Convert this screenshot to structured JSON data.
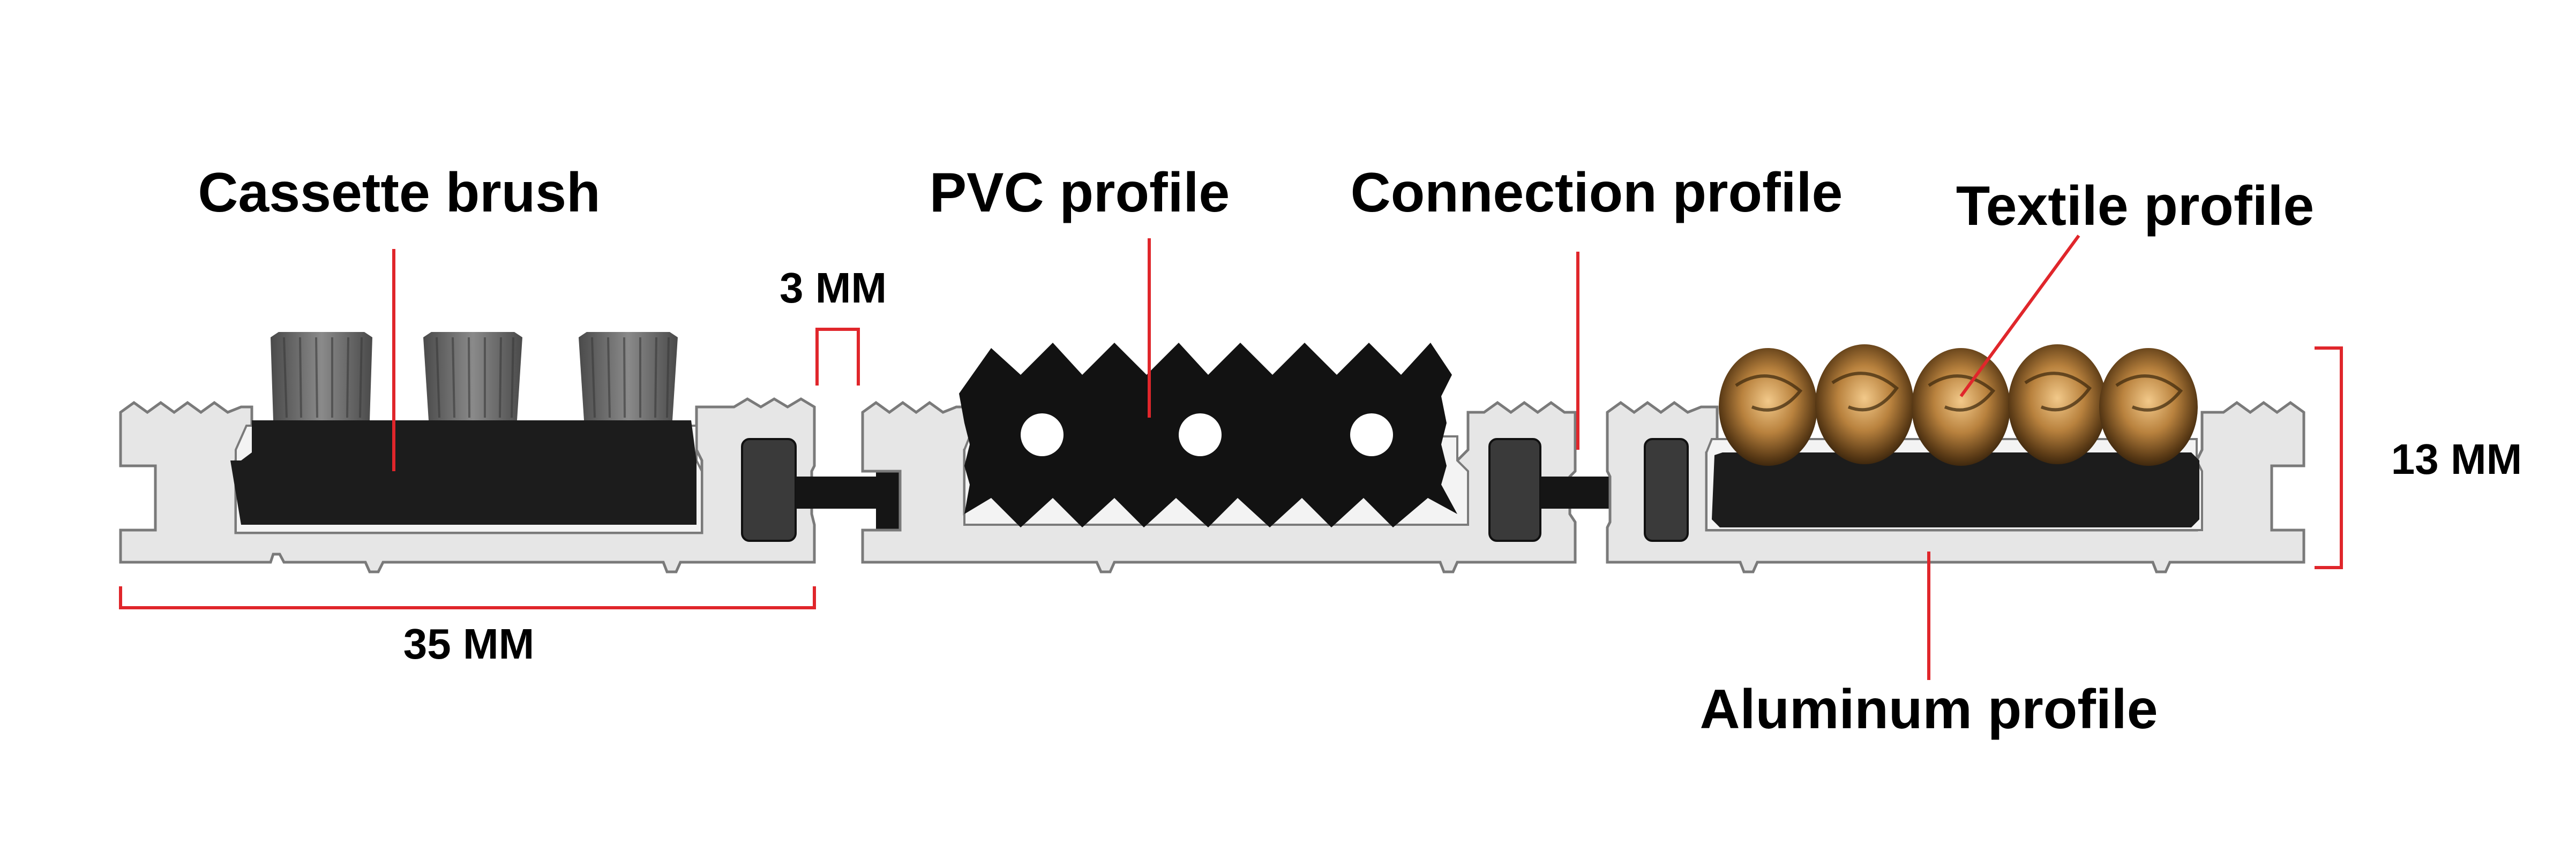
{
  "labels": {
    "cassette_brush": "Cassette brush",
    "pvc_profile": "PVC profile",
    "connection_profile": "Connection profile",
    "textile_profile": "Textile profile",
    "aluminum_profile": "Aluminum profile"
  },
  "dimensions": {
    "gap": "3 MM",
    "width": "35 MM",
    "height": "13 MM"
  },
  "colors": {
    "aluminum_fill": "#e6e6e6",
    "aluminum_stroke": "#7a7a7a",
    "rubber": "#1c1c1c",
    "insert_grey": "#3a3a3a",
    "brush": "#6b6b6b",
    "textile": "#a3743a",
    "leader": "#e0262b"
  }
}
